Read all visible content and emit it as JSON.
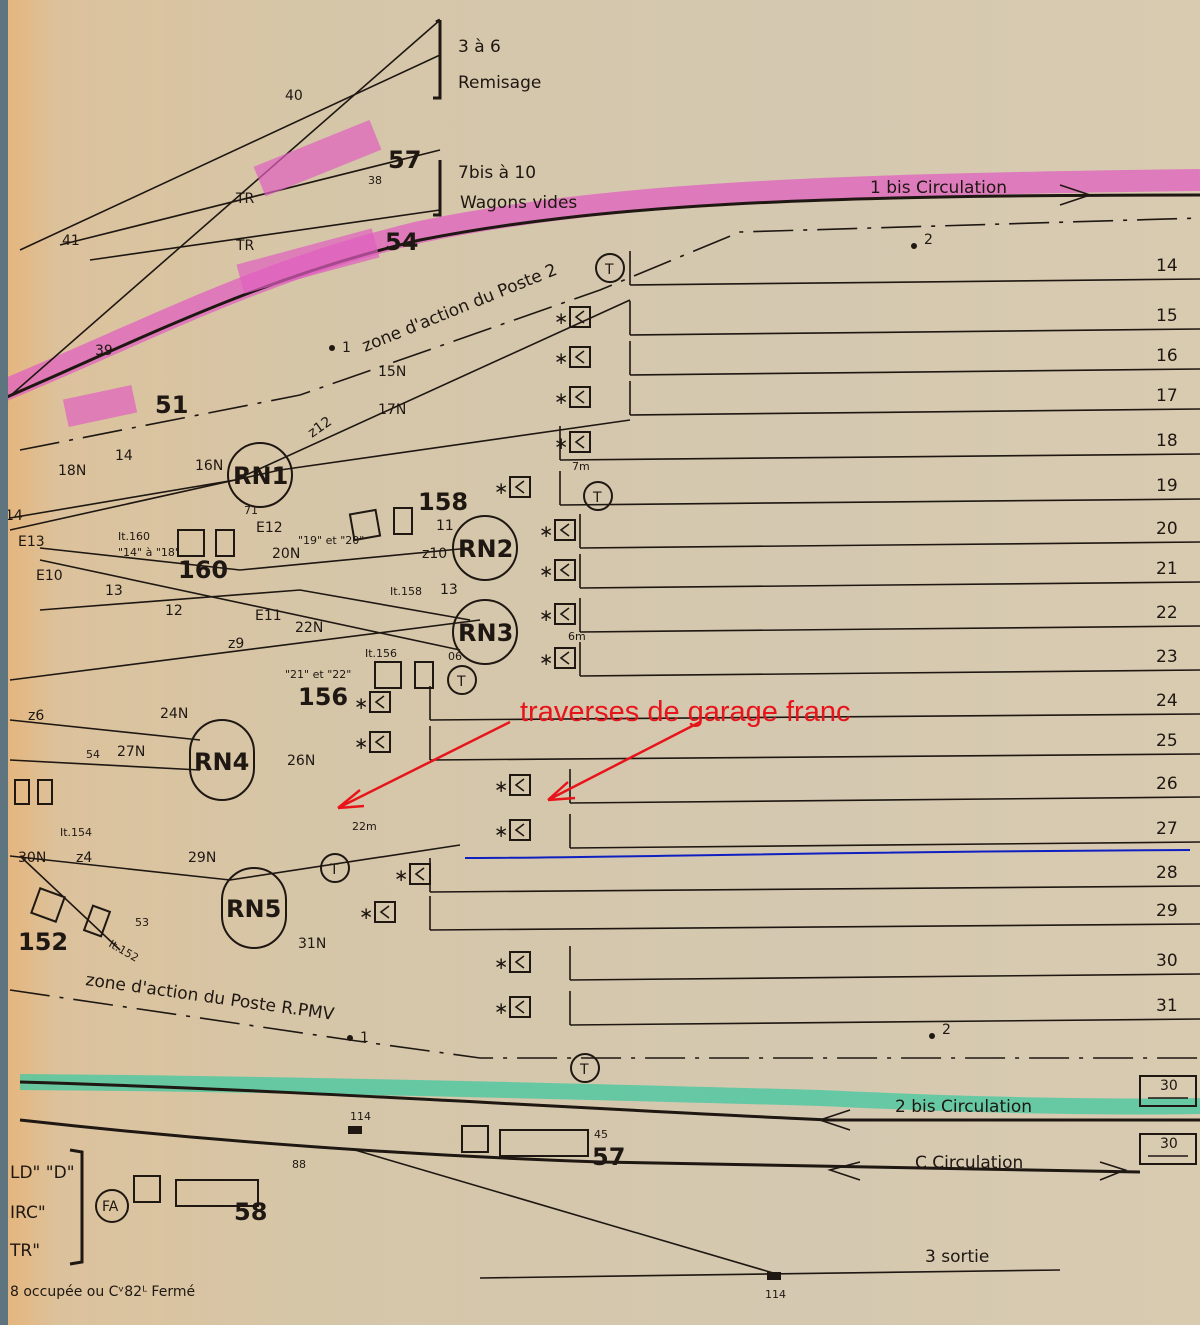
{
  "colors": {
    "line_1bis": "#e060c0",
    "line_2bis": "#40c8a0",
    "annotation": "#e8141b",
    "highlight_27": "#1020c0"
  },
  "header": {
    "remisage_range": "3 à 6",
    "remisage": "Remisage",
    "wagons_range": "7bis à 10",
    "wagons": "Wagons vides"
  },
  "lines": {
    "l1bis": "1 bis Circulation",
    "l2bis": "2 bis Circulation",
    "lc": "C   Circulation",
    "l3": "3 sortie"
  },
  "zones": {
    "poste2": "zone d'action du Poste 2",
    "postermv": "zone d'action du Poste R.PMV",
    "p1a": "1",
    "p2a": "2",
    "p1b": "1",
    "p2b": "2"
  },
  "routes": {
    "rn1": "RN1",
    "rn2": "RN2",
    "rn3": "RN3",
    "rn4": "RN4",
    "rn5": "RN5"
  },
  "tracks": [
    "14",
    "15",
    "16",
    "17",
    "18",
    "19",
    "20",
    "21",
    "22",
    "23",
    "24",
    "25",
    "26",
    "27",
    "28",
    "29",
    "30",
    "31"
  ],
  "labels": {
    "n40": "40",
    "n41": "41",
    "n39": "39",
    "n38": "38",
    "n57a": "57",
    "n54": "54",
    "n51": "51",
    "tr1": "TR",
    "tr2": "TR",
    "n158": "158",
    "n160": "160",
    "n156": "156",
    "n152": "152",
    "n18N": "18N",
    "n14a": "14",
    "n16N": "16N",
    "n15N": "15N",
    "n17N": "17N",
    "z12": "z12",
    "n14b": "14",
    "e13": "E13",
    "e10": "E10",
    "n13a": "13",
    "n12": "12",
    "n11": "11",
    "z10": "z10",
    "n13b": "13",
    "it160": "It.160",
    "q1418": "\"14\" à \"18\"",
    "q1920": "\"19\" et \"20\"",
    "n20N": "20N",
    "e12": "E12",
    "n71": "71",
    "e11": "E11",
    "n22N": "22N",
    "z9": "z9",
    "it158": "It.158",
    "it156": "It.156",
    "n06": "06",
    "q2122": "\"21\" et \"22\"",
    "n24N": "24N",
    "n27N": "27N",
    "n26N": "26N",
    "z6": "z6",
    "n54b": "54",
    "it154": "It.154",
    "n30N": "30N",
    "z4": "z4",
    "n29N": "29N",
    "n53": "53",
    "it152": "It.152",
    "n31N": "31N",
    "d22m": "22m",
    "d7m": "7m",
    "d6m": "6m",
    "n114a": "114",
    "n114b": "114",
    "n45": "45",
    "n88": "88",
    "n57b": "57",
    "n58": "58",
    "fa": "FA",
    "sp1": "30",
    "sp2": "30",
    "ld": "LD\" \"D\"",
    "irc": "IRC\"",
    "trq": "TR\"",
    "footnote": "8 occupée ou Cᵛ82ᴸ Fermé",
    "t": "T"
  },
  "annotation": "traverses de garage franc"
}
